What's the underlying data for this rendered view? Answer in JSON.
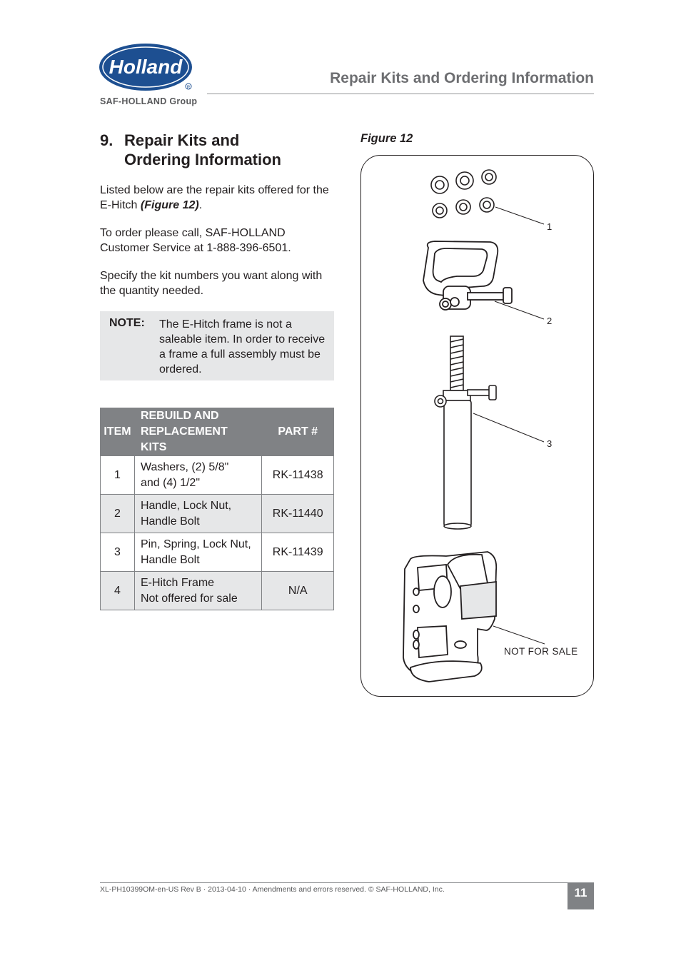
{
  "header": {
    "logo_text": "Holland",
    "logo_subtext": "SAF-HOLLAND Group",
    "title": "Repair Kits and Ordering Information",
    "brand_color": "#1d4f91"
  },
  "section": {
    "number": "9.",
    "heading_line1": "Repair Kits and",
    "heading_line2": "Ordering Information",
    "para1_text": "Listed below are the repair kits offered for the E-Hitch ",
    "para1_ref": "(Figure 12)",
    "para1_end": ".",
    "para2": "To order please call, SAF-HOLLAND Customer Service at 1-888-396-6501.",
    "para3": "Specify the kit numbers you want along with the quantity needed."
  },
  "note": {
    "label": "NOTE:",
    "text": "The E-Hitch frame is not a saleable item.  In order to receive a frame a full assembly must be ordered."
  },
  "table": {
    "headers": {
      "item": "ITEM",
      "kits_line1": "REBUILD AND",
      "kits_line2": "REPLACEMENT KITS",
      "part": "PART #"
    },
    "rows": [
      {
        "item": "1",
        "desc_line1": "Washers, (2) 5/8\"",
        "desc_line2": "and (4) 1/2\"",
        "part": "RK-11438"
      },
      {
        "item": "2",
        "desc_line1": "Handle, Lock Nut,",
        "desc_line2": "Handle Bolt",
        "part": "RK-11440"
      },
      {
        "item": "3",
        "desc_line1": "Pin, Spring, Lock Nut,",
        "desc_line2": "Handle Bolt",
        "part": "RK-11439"
      },
      {
        "item": "4",
        "desc_line1": "E-Hitch Frame",
        "desc_line2": "Not offered for sale",
        "part": "N/A"
      }
    ]
  },
  "figure": {
    "caption": "Figure 12",
    "callouts": [
      "1",
      "2",
      "3",
      "NOT FOR SALE"
    ]
  },
  "footer": {
    "text": "XL-PH10399OM-en-US Rev B · 2013-04-10 · Amendments and errors reserved. © SAF-HOLLAND, Inc.",
    "page_number": "11"
  }
}
